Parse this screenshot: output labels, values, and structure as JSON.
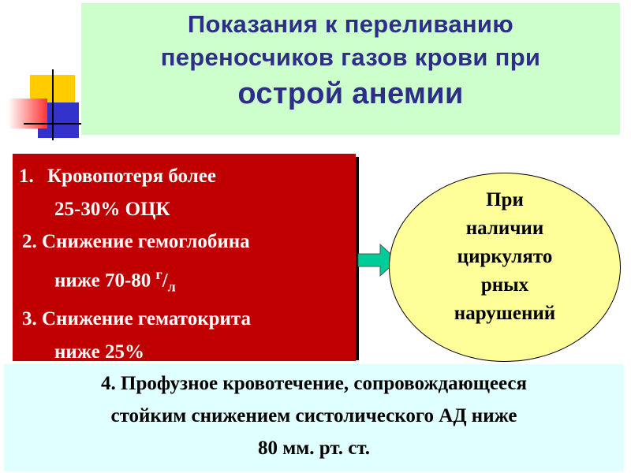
{
  "title": {
    "line1": "Показания к переливанию",
    "line2": "переносчиков газов крови при",
    "line3": "острой анемии"
  },
  "criteria": {
    "item1_num": "1.",
    "item1_a": "Кровопотеря более",
    "item1_b": "25-30% ОЦК",
    "item2_a": "2. Снижение гемоглобина",
    "item2_b": "ниже 70-80 ",
    "item2_unit_num": "г",
    "item2_unit_sep": "/",
    "item2_unit_den": "л",
    "item3_a": "3. Снижение гематокрита",
    "item3_b": "ниже 25%"
  },
  "condition": {
    "lines": [
      "При",
      "наличии",
      "циркулято",
      "рных",
      "нарушений"
    ]
  },
  "item4": {
    "line1": "4. Профузное кровотечение, сопровождающееся",
    "line2": "стойким снижением систолического АД ниже",
    "line3": "80 мм. рт. ст."
  },
  "colors": {
    "title_bg": "#ccffcc",
    "title_text": "#2e2e8a",
    "criteria_bg": "#c00000",
    "ellipse_bg": "#ffff99",
    "arrow": "#00cc99",
    "bottom_bg": "#e0ffff"
  }
}
